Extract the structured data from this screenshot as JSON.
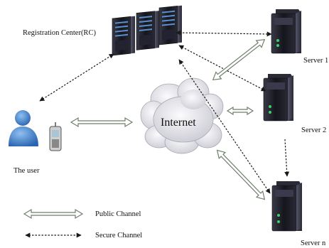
{
  "nodes": {
    "rc": {
      "label": "Registration Center(RC)",
      "icon": "server-rack-icon"
    },
    "user": {
      "label": "The user",
      "icon": "user-icon",
      "device_icon": "mobile-phone-icon"
    },
    "internet": {
      "label": "Internet",
      "icon": "cloud-icon"
    },
    "server1": {
      "label": "Server 1",
      "icon": "server-tower-icon"
    },
    "server2": {
      "label": "Server 2",
      "icon": "server-tower-icon"
    },
    "servern": {
      "label": "Server n",
      "icon": "server-tower-icon"
    }
  },
  "legend": {
    "public": "Public Channel",
    "secure": "Secure Channel"
  },
  "colors": {
    "public_arrow_stroke": "#6e7f6a",
    "secure_arrow": "#1a1a1a",
    "server_body": "#1b1b24",
    "cloud": "#e4e4ea",
    "user_blue": "#3a78c6"
  }
}
